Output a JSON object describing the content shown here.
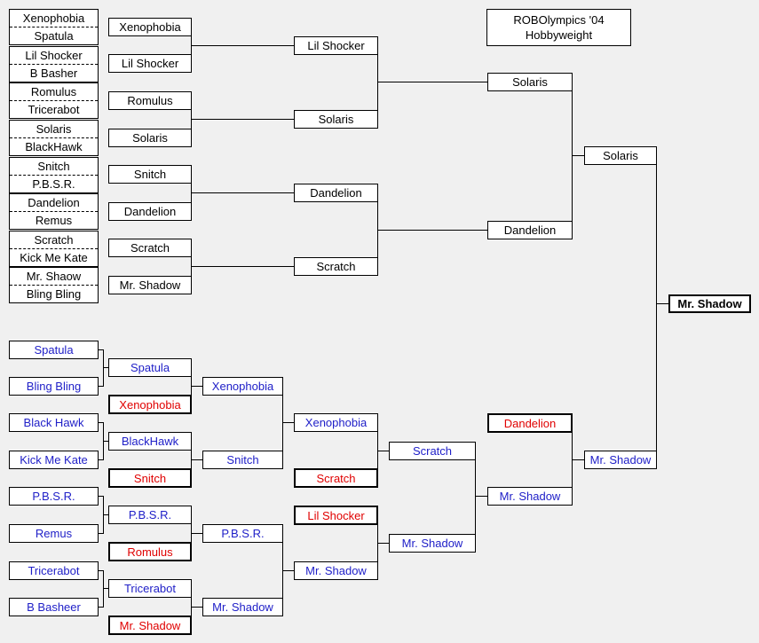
{
  "title": {
    "line1": "ROBOlympics '04",
    "line2": "Hobbyweight"
  },
  "winners_bracket": {
    "round1_pairs": [
      [
        "Xenophobia",
        "Spatula"
      ],
      [
        "Lil Shocker",
        "B Basher"
      ],
      [
        "Romulus",
        "Tricerabot"
      ],
      [
        "Solaris",
        "BlackHawk"
      ],
      [
        "Snitch",
        "P.B.S.R."
      ],
      [
        "Dandelion",
        "Remus"
      ],
      [
        "Scratch",
        "Kick Me Kate"
      ],
      [
        "Mr. Shaow",
        "Bling Bling"
      ]
    ],
    "round2": [
      "Xenophobia",
      "Lil Shocker",
      "Romulus",
      "Solaris",
      "Snitch",
      "Dandelion",
      "Scratch",
      "Mr. Shadow"
    ],
    "round3": [
      "Lil Shocker",
      "Solaris",
      "Dandelion",
      "Scratch"
    ],
    "round4": [
      "Solaris",
      "Dandelion"
    ],
    "round5": [
      "Solaris"
    ]
  },
  "champion": "Mr. Shadow",
  "losers_bracket": {
    "col1": [
      "Spatula",
      "Bling Bling",
      "Black Hawk",
      "Kick Me Kate",
      "P.B.S.R.",
      "Remus",
      "Tricerabot",
      "B Basheer"
    ],
    "col2_winners": [
      "Spatula",
      "BlackHawk",
      "P.B.S.R.",
      "Tricerabot"
    ],
    "col2_dropins": [
      "Xenophobia",
      "Snitch",
      "Romulus",
      "Mr. Shadow"
    ],
    "col3": [
      "Xenophobia",
      "Snitch",
      "P.B.S.R.",
      "Mr. Shadow"
    ],
    "col4_winners": [
      "Xenophobia",
      "Mr. Shadow"
    ],
    "col4_dropins": [
      "Scratch",
      "Lil Shocker"
    ],
    "col5": [
      "Scratch",
      "Mr. Shadow"
    ],
    "col6_dropin": "Dandelion",
    "col6_winner": "Mr. Shadow",
    "col7": "Mr. Shadow"
  },
  "colors": {
    "advanced_text": "#2020c8",
    "dropped_in_text": "#e00000",
    "line": "#000000",
    "background": "#f0f0f0"
  }
}
